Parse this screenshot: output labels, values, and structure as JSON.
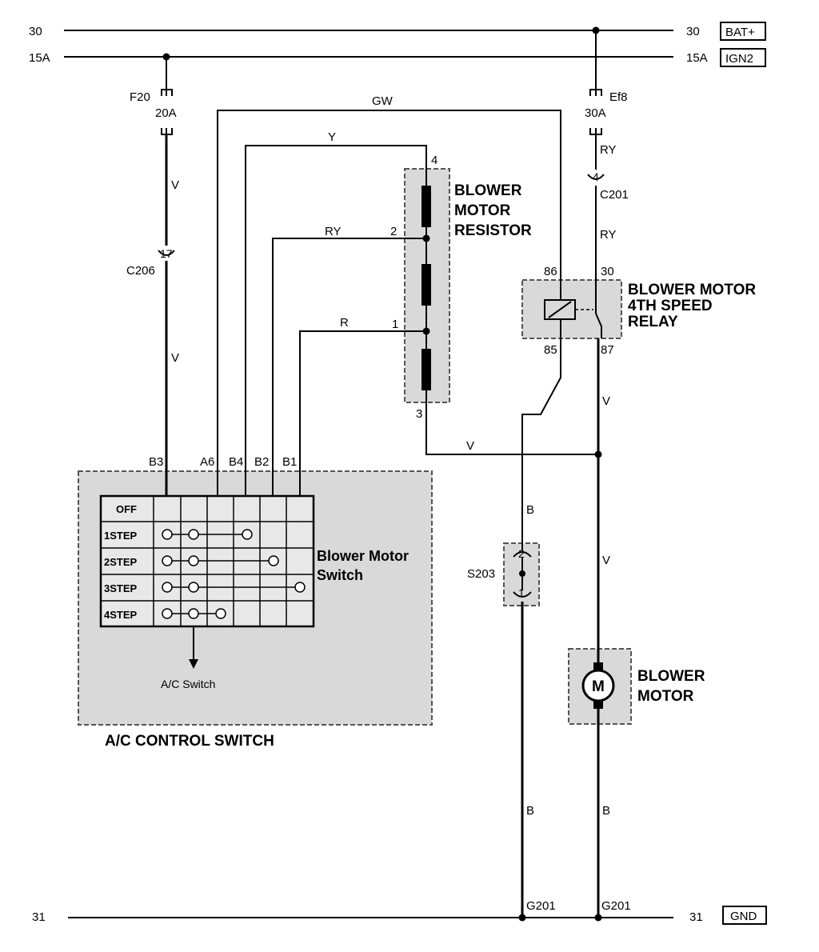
{
  "rails": {
    "bat_left": "30",
    "bat_right": "30",
    "bat_tag": "BAT+",
    "ign_left": "15A",
    "ign_right": "15A",
    "ign_tag": "IGN2",
    "gnd_left": "31",
    "gnd_right": "31",
    "gnd_tag": "GND"
  },
  "fuses": {
    "f20_name": "F20",
    "f20_rating": "20A",
    "ef8_name": "Ef8",
    "ef8_rating": "30A"
  },
  "wires": {
    "gw": "GW",
    "y": "Y",
    "ry_res": "RY",
    "r": "R",
    "v_f20_top": "V",
    "v_f20_bottom": "V",
    "ry_fuse": "RY",
    "ry_relay": "RY",
    "v_relay": "V",
    "v_res3": "V",
    "v_motor": "V",
    "b_s203": "B",
    "b_left_bottom": "B",
    "b_right_bottom": "B"
  },
  "connectors": {
    "c206_pin": "17",
    "c206_name": "C206",
    "c201_pin": "4",
    "c201_name": "C201",
    "s203_name": "S203",
    "s203_top": "2",
    "s203_bottom": "1",
    "g201_left": "G201",
    "g201_right": "G201"
  },
  "resistor": {
    "title_line1": "BLOWER",
    "title_line2": "MOTOR",
    "title_line3": "RESISTOR",
    "pin4": "4",
    "pin2": "2",
    "pin1": "1",
    "pin3": "3"
  },
  "relay": {
    "title_line1": "BLOWER MOTOR",
    "title_line2": "4TH SPEED",
    "title_line3": "RELAY",
    "pin86": "86",
    "pin30": "30",
    "pin85": "85",
    "pin87": "87"
  },
  "motor": {
    "title_line1": "BLOWER",
    "title_line2": "MOTOR",
    "symbol": "M"
  },
  "ac_switch": {
    "title": "A/C CONTROL SWITCH",
    "sub_line1": "Blower Motor",
    "sub_line2": "Switch",
    "ac_switch_label": "A/C Switch",
    "pins": [
      "B3",
      "A6",
      "B4",
      "B2",
      "B1"
    ],
    "steps": [
      "OFF",
      "1STEP",
      "2STEP",
      "3STEP",
      "4STEP"
    ]
  }
}
